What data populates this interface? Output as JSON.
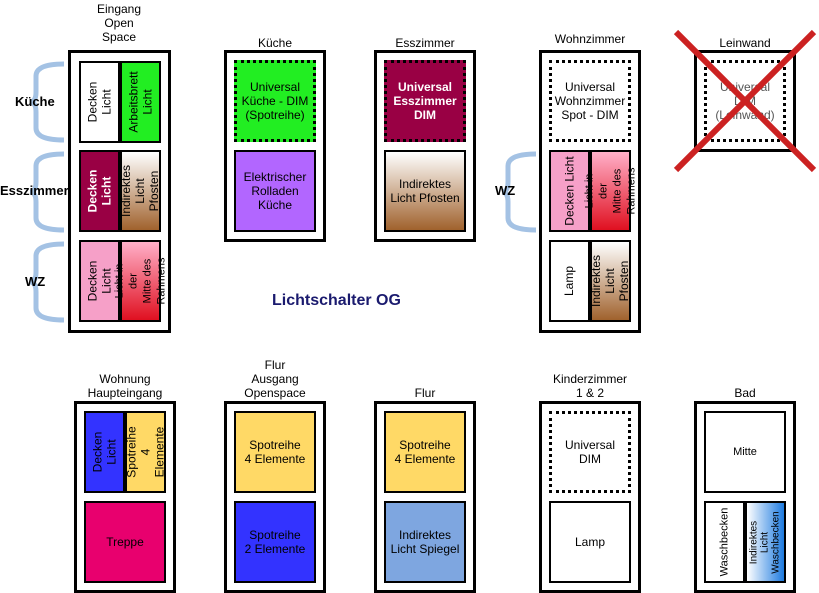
{
  "heading": "Lichtschalter OG",
  "side_labels": {
    "kueche": "Küche",
    "esszimmer": "Esszimmer",
    "wz1": "WZ",
    "wz2": "WZ"
  },
  "switches": {
    "eingang": {
      "title": "Eingang\nOpen\nSpace",
      "b1": "Decken\nLicht",
      "b2": "Arbeitsbrett\nLicht",
      "b3": "Decken\nLicht",
      "b4": "Indirektes\nLicht Pfosten",
      "b5": "Decken\nLicht",
      "b6": "Licht in der\nMitte des\nRahmens"
    },
    "kueche": {
      "title": "Küche",
      "b1": "Universal\nKüche - DIM\n(Spotreihe)",
      "b2": "Elektrischer\nRolladen\nKüche"
    },
    "esszimmer": {
      "title": "Esszimmer",
      "b1": "Universal\nEsszimmer\nDIM",
      "b2": "Indirektes\nLicht Pfosten"
    },
    "wohnzimmer": {
      "title": "Wohnzimmer",
      "b1": "Universal\nWohnzimmer\nSpot - DIM",
      "b2": "Decken Licht",
      "b3": "Licht in der\nMitte des\nRahmens",
      "b4": "Lamp",
      "b5": "Indirektes\nLicht Pfosten"
    },
    "leinwand": {
      "title": "Leinwand",
      "b1": "Universal\nDIM\n(Leinwand)"
    },
    "haupteingang": {
      "title": "Wohnung\nHaupteingang",
      "b1": "Decken\nLicht",
      "b2": "Spotreihe\n4 Elemente",
      "b3": "Treppe"
    },
    "flur_ausgang": {
      "title": "Flur\nAusgang\nOpenspace",
      "b1": "Spotreihe\n4 Elemente",
      "b2": "Spotreihe\n2 Elemente"
    },
    "flur": {
      "title": "Flur",
      "b1": "Spotreihe\n4 Elemente",
      "b2": "Indirektes\nLicht Spiegel"
    },
    "kinderzimmer": {
      "title": "Kinderzimmer\n1 & 2",
      "b1": "Universal\nDIM",
      "b2": "Lamp"
    },
    "bad": {
      "title": "Bad",
      "b1": "Mitte",
      "b2": "Waschbecken",
      "b3": "Indirektes Licht\nWaschbecken"
    }
  },
  "colors": {
    "green": "#22ee22",
    "maroon": "#990044",
    "brown_gradient": "#a0622d",
    "pink": "#f6a0c8",
    "red_gradient": "#e01020",
    "purple": "#b266ff",
    "blue": "#3333ff",
    "magenta": "#e8006e",
    "yellow": "#ffd966",
    "light_blue": "#7ea6e0",
    "brace": "#a4c2e4",
    "cross": "#cc2222",
    "heading": "#1a1a6e"
  }
}
